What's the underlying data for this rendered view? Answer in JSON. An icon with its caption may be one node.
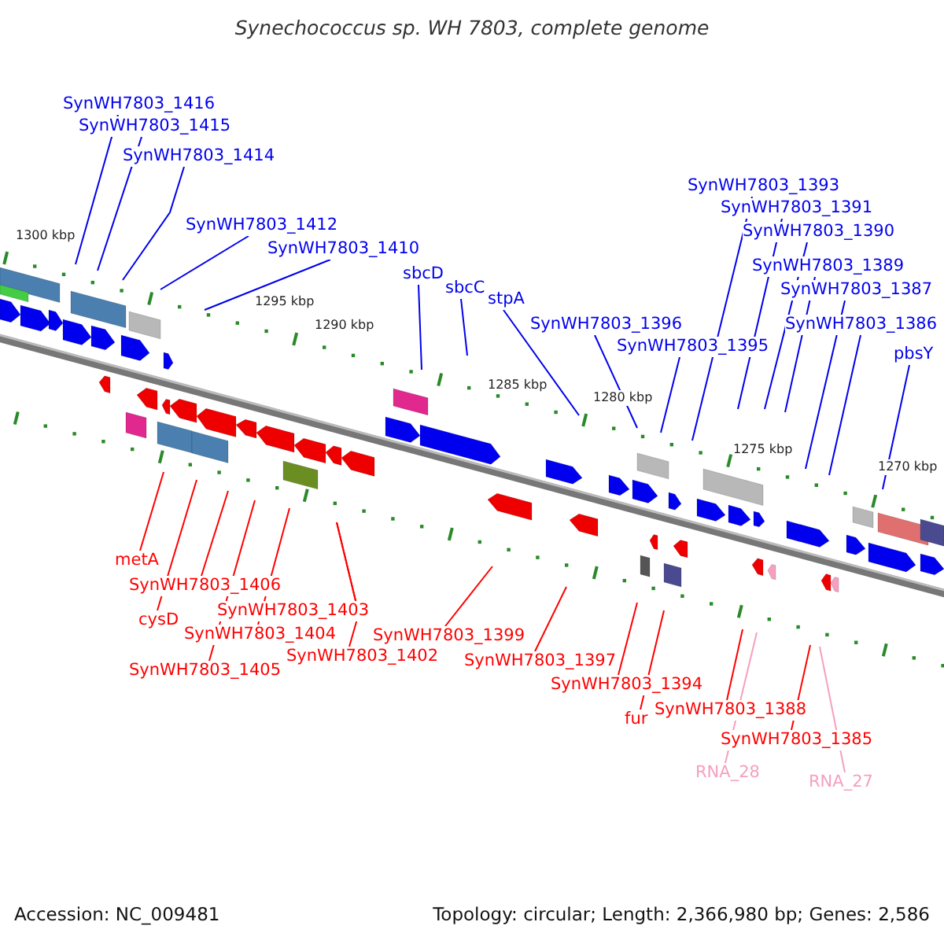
{
  "diagram": {
    "title": "Synechococcus sp. WH 7803, complete genome",
    "nodes": [
      {
        "text": [
          "SynWH7803_1416"
        ]
      },
      {
        "text": [
          "SynWH7803_1415"
        ]
      },
      {
        "text": [
          "SynWH7803_1414"
        ]
      },
      {
        "text": [
          "SynWH7803_1412"
        ]
      },
      {
        "text": [
          "SynWH7803_1410"
        ]
      },
      {
        "text": [
          "sbcD"
        ]
      },
      {
        "text": [
          "sbcC"
        ]
      },
      {
        "text": [
          "stpA"
        ]
      },
      {
        "text": [
          "SynWH7803_1396"
        ]
      },
      {
        "text": [
          "SynWH7803_1395"
        ]
      },
      {
        "text": [
          "SynWH7803_1393"
        ]
      },
      {
        "text": [
          "SynWH7803_1391"
        ]
      },
      {
        "text": [
          "SynWH7803_1390"
        ]
      },
      {
        "text": [
          "SynWH7803_1389"
        ]
      },
      {
        "text": [
          "SynWH7803_1387"
        ]
      },
      {
        "text": [
          "SynWH7803_1386"
        ]
      },
      {
        "text": [
          "pbsY"
        ]
      },
      {
        "text": [
          "metA"
        ]
      },
      {
        "text": [
          "SynWH7803_1406"
        ]
      },
      {
        "text": [
          "cysD"
        ]
      },
      {
        "text": [
          "SynWH7803_1404"
        ]
      },
      {
        "text": [
          "SynWH7803_1405"
        ]
      },
      {
        "text": [
          "SynWH7803_1403"
        ]
      },
      {
        "text": [
          "SynWH7803_1402"
        ]
      },
      {
        "text": [
          "SynWH7803_1399"
        ]
      },
      {
        "text": [
          "SynWH7803_1397"
        ]
      },
      {
        "text": [
          "SynWH7803_1394"
        ]
      },
      {
        "text": [
          "fur"
        ]
      },
      {
        "text": [
          "SynWH7803_1388"
        ]
      },
      {
        "text": [
          "RNA_28"
        ]
      },
      {
        "text": [
          "SynWH7803_1385"
        ]
      },
      {
        "text": [
          "RNA_27"
        ]
      }
    ],
    "edges": [
      {
        "from": 0,
        "to": null,
        "arrow": "none"
      },
      {
        "from": 1,
        "to": null,
        "arrow": "none"
      },
      {
        "from": 2,
        "to": null,
        "arrow": "none"
      },
      {
        "from": 3,
        "to": null,
        "arrow": "none"
      },
      {
        "from": 4,
        "to": null,
        "arrow": "none"
      },
      {
        "from": 5,
        "to": null,
        "arrow": "none"
      },
      {
        "from": 6,
        "to": null,
        "arrow": "none"
      },
      {
        "from": 7,
        "to": null,
        "arrow": "none"
      },
      {
        "from": 8,
        "to": null,
        "arrow": "none"
      },
      {
        "from": 9,
        "to": null,
        "arrow": "none"
      },
      {
        "from": 10,
        "to": null,
        "arrow": "none"
      },
      {
        "from": 11,
        "to": null,
        "arrow": "none"
      },
      {
        "from": 12,
        "to": null,
        "arrow": "none"
      },
      {
        "from": 13,
        "to": null,
        "arrow": "none"
      },
      {
        "from": 14,
        "to": null,
        "arrow": "none"
      },
      {
        "from": 15,
        "to": null,
        "arrow": "none"
      },
      {
        "from": 16,
        "to": null,
        "arrow": "none"
      },
      {
        "from": 17,
        "to": null,
        "arrow": "none",
        "color": "#ff0000"
      },
      {
        "from": 18,
        "to": null,
        "arrow": "none",
        "color": "#ff0000"
      },
      {
        "from": 19,
        "to": null,
        "arrow": "none",
        "color": "#ff0000"
      },
      {
        "from": 20,
        "to": null,
        "arrow": "none",
        "color": "#ff0000"
      },
      {
        "from": 21,
        "to": null,
        "arrow": "none",
        "color": "#ff0000"
      },
      {
        "from": 22,
        "to": null,
        "arrow": "none",
        "color": "#ff0000"
      },
      {
        "from": 23,
        "to": null,
        "arrow": "none",
        "color": "#ff0000"
      },
      {
        "from": 24,
        "to": null,
        "arrow": "none",
        "color": "#ff0000"
      },
      {
        "from": 25,
        "to": null,
        "arrow": "none",
        "color": "#ff0000"
      },
      {
        "from": 26,
        "to": null,
        "arrow": "none",
        "color": "#ff0000"
      },
      {
        "from": 27,
        "to": null,
        "arrow": "none",
        "color": "#ff0000"
      },
      {
        "from": 28,
        "to": null,
        "arrow": "none",
        "color": "#ff0000"
      },
      {
        "from": 29,
        "to": null,
        "arrow": "none",
        "color": "#f5a0c0"
      },
      {
        "from": 30,
        "to": null,
        "arrow": "none",
        "color": "#ff0000"
      },
      {
        "from": 31,
        "to": null,
        "arrow": "none",
        "color": "#f5a0c0"
      }
    ],
    "labels": [
      "1300 kbp",
      "1295 kbp",
      "1290 kbp",
      "1285 kbp",
      "1280 kbp",
      "1275 kbp",
      "1270 kbp",
      "Accession: NC_009481",
      "Topology: circular; Length: 2,366,980 bp; Genes: 2,586"
    ]
  }
}
